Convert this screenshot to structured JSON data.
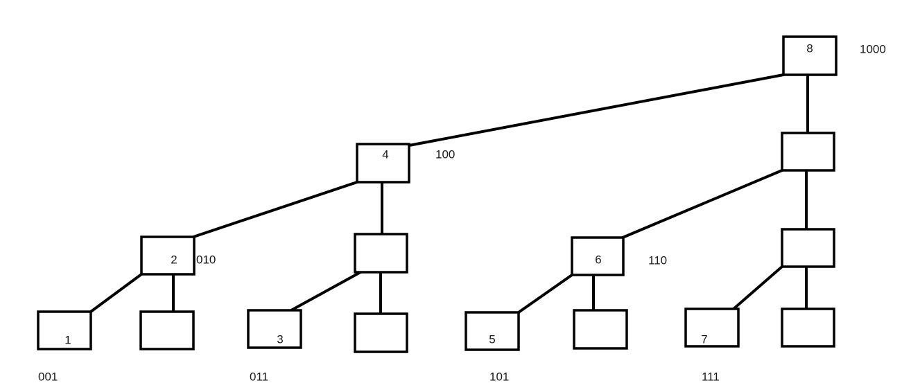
{
  "nodes": [
    {
      "id": "n8",
      "label": "8"
    },
    {
      "id": "n4",
      "label": "4"
    },
    {
      "id": "nR",
      "label": ""
    },
    {
      "id": "n2",
      "label": "2"
    },
    {
      "id": "nA",
      "label": ""
    },
    {
      "id": "n6",
      "label": "6"
    },
    {
      "id": "nB",
      "label": ""
    },
    {
      "id": "n1",
      "label": "1"
    },
    {
      "id": "nC",
      "label": ""
    },
    {
      "id": "n3",
      "label": "3"
    },
    {
      "id": "nD",
      "label": ""
    },
    {
      "id": "n5",
      "label": "5"
    },
    {
      "id": "nE",
      "label": ""
    },
    {
      "id": "n7",
      "label": "7"
    },
    {
      "id": "nF",
      "label": ""
    }
  ],
  "edges": [
    [
      "n8",
      "n4"
    ],
    [
      "n8",
      "nR"
    ],
    [
      "n4",
      "n2"
    ],
    [
      "n4",
      "nA"
    ],
    [
      "nR",
      "n6"
    ],
    [
      "nR",
      "nB"
    ],
    [
      "n2",
      "n1"
    ],
    [
      "n2",
      "nC"
    ],
    [
      "nA",
      "n3"
    ],
    [
      "nA",
      "nD"
    ],
    [
      "n6",
      "n5"
    ],
    [
      "n6",
      "nE"
    ],
    [
      "nB",
      "n7"
    ],
    [
      "nB",
      "nF"
    ]
  ],
  "binary_labels": [
    {
      "node": "n8",
      "text": "1000"
    },
    {
      "node": "n4",
      "text": "100"
    },
    {
      "node": "n2",
      "text": "010"
    },
    {
      "node": "n6",
      "text": "110"
    },
    {
      "node": "n1",
      "text": "001"
    },
    {
      "node": "n3",
      "text": "011"
    },
    {
      "node": "n5",
      "text": "101"
    },
    {
      "node": "n7",
      "text": "111"
    }
  ]
}
